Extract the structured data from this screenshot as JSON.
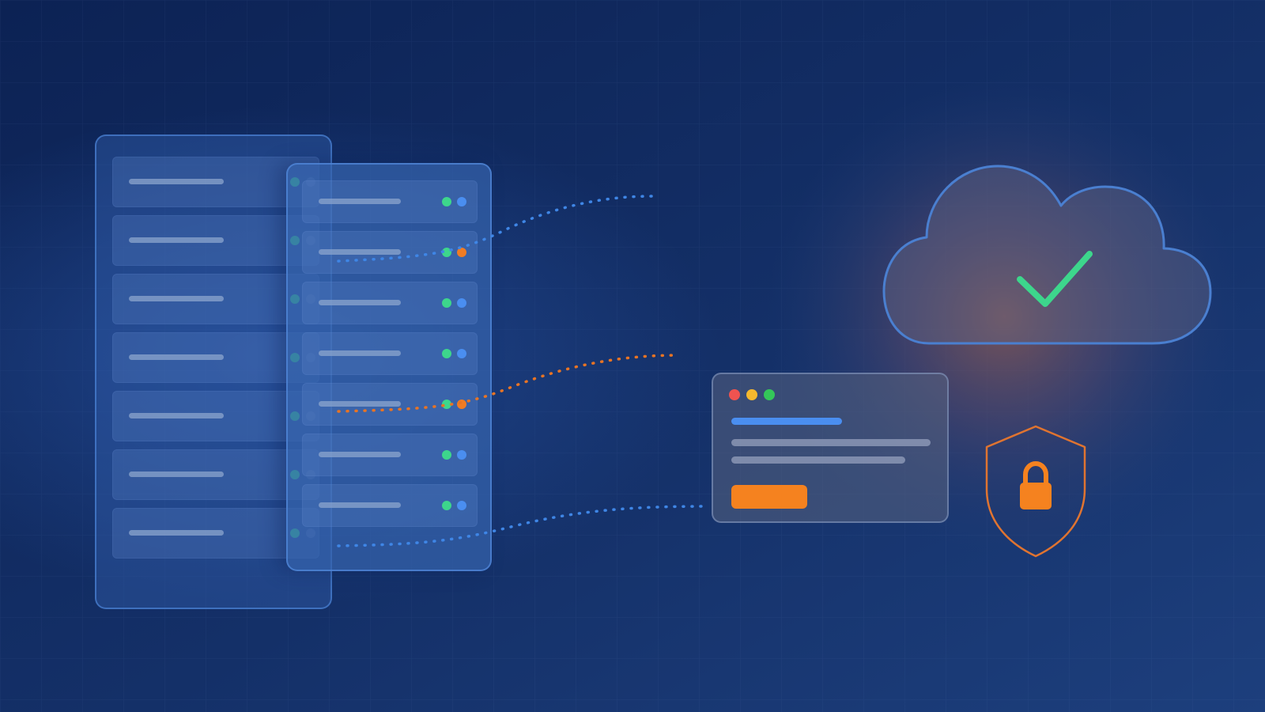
{
  "colors": {
    "bg_top": "#0d2556",
    "bg_bottom": "#1c3f7e",
    "green": "#3dd68c",
    "blue": "#4a8ef0",
    "orange": "#f07c24",
    "cloud_stroke": "#4a7fd0",
    "shield_stroke": "#e07430",
    "lock": "#f5821f"
  },
  "icons": {
    "cloud": "cloud-icon",
    "check": "checkmark-icon",
    "shield": "shield-icon",
    "lock": "lock-icon"
  },
  "rack_front": {
    "slots": [
      {
        "status": [
          "green",
          "blue"
        ]
      },
      {
        "status": [
          "green",
          "orange"
        ]
      },
      {
        "status": [
          "green",
          "blue"
        ]
      },
      {
        "status": [
          "green",
          "blue"
        ]
      },
      {
        "status": [
          "green",
          "orange"
        ]
      },
      {
        "status": [
          "green",
          "blue"
        ]
      },
      {
        "status": [
          "green",
          "blue"
        ]
      }
    ]
  },
  "rack_back": {
    "slots": [
      {
        "status": "green"
      },
      {
        "status": "green"
      },
      {
        "status": "green"
      },
      {
        "status": "green"
      },
      {
        "status": "green"
      },
      {
        "status": "green"
      },
      {
        "status": "green"
      }
    ]
  },
  "window": {
    "traffic_lights": [
      "#ef5350",
      "#f5b82e",
      "#34c759"
    ],
    "accent_bar": "#4a8ef0",
    "button_color": "#f5821f"
  },
  "connections": [
    {
      "color": "blue"
    },
    {
      "color": "orange"
    },
    {
      "color": "blue"
    }
  ]
}
